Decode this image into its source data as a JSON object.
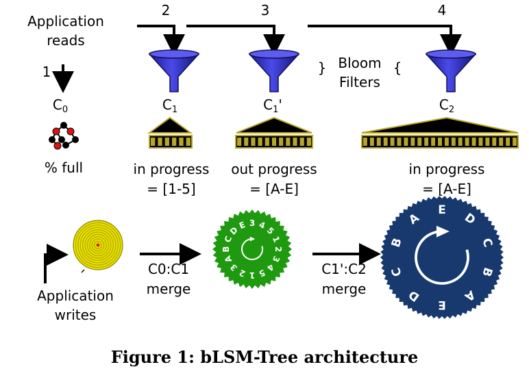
{
  "top": {
    "app_reads": [
      "Application",
      "reads"
    ],
    "step1": "1",
    "step2": "2",
    "step3": "3",
    "step4": "4"
  },
  "components": {
    "c0": {
      "name": "C",
      "sub": "0"
    },
    "c1": {
      "name": "C",
      "sub": "1"
    },
    "c1p": {
      "name": "C",
      "sub": "1",
      "suffix": "'"
    },
    "c2": {
      "name": "C",
      "sub": "2"
    }
  },
  "bloom": [
    "Bloom",
    "Filters"
  ],
  "status": {
    "c0": "% full",
    "c1": [
      "in progress",
      "= [1-5]"
    ],
    "c1p": [
      "out progress",
      "= [A-E]"
    ],
    "c2": [
      "in progress",
      "= [A-E]"
    ]
  },
  "bottom": {
    "app_writes": [
      "Application",
      "writes"
    ],
    "merge1": [
      "C0:C1",
      "merge"
    ],
    "merge2": [
      "C1':C2",
      "merge"
    ]
  },
  "wheels": {
    "green_labels": [
      "3",
      "4",
      "5",
      "1",
      "2",
      "3",
      "4",
      "5",
      "1",
      "2",
      "3",
      "A",
      "B",
      "C",
      "D",
      "E"
    ],
    "blue_labels": [
      "E",
      "D",
      "C",
      "B",
      "A",
      "E",
      "D",
      "C",
      "B",
      "A"
    ]
  },
  "colors": {
    "funnel_blue": "#3636c8",
    "tree_fill": "#000000",
    "tree_stroke": "#b6a52a",
    "spiral_yellow": "#e8e000",
    "green_wheel": "#1f9a10",
    "blue_wheel": "#17396e",
    "red_node": "#e01010"
  },
  "caption": "Figure 1: bLSM-Tree architecture"
}
